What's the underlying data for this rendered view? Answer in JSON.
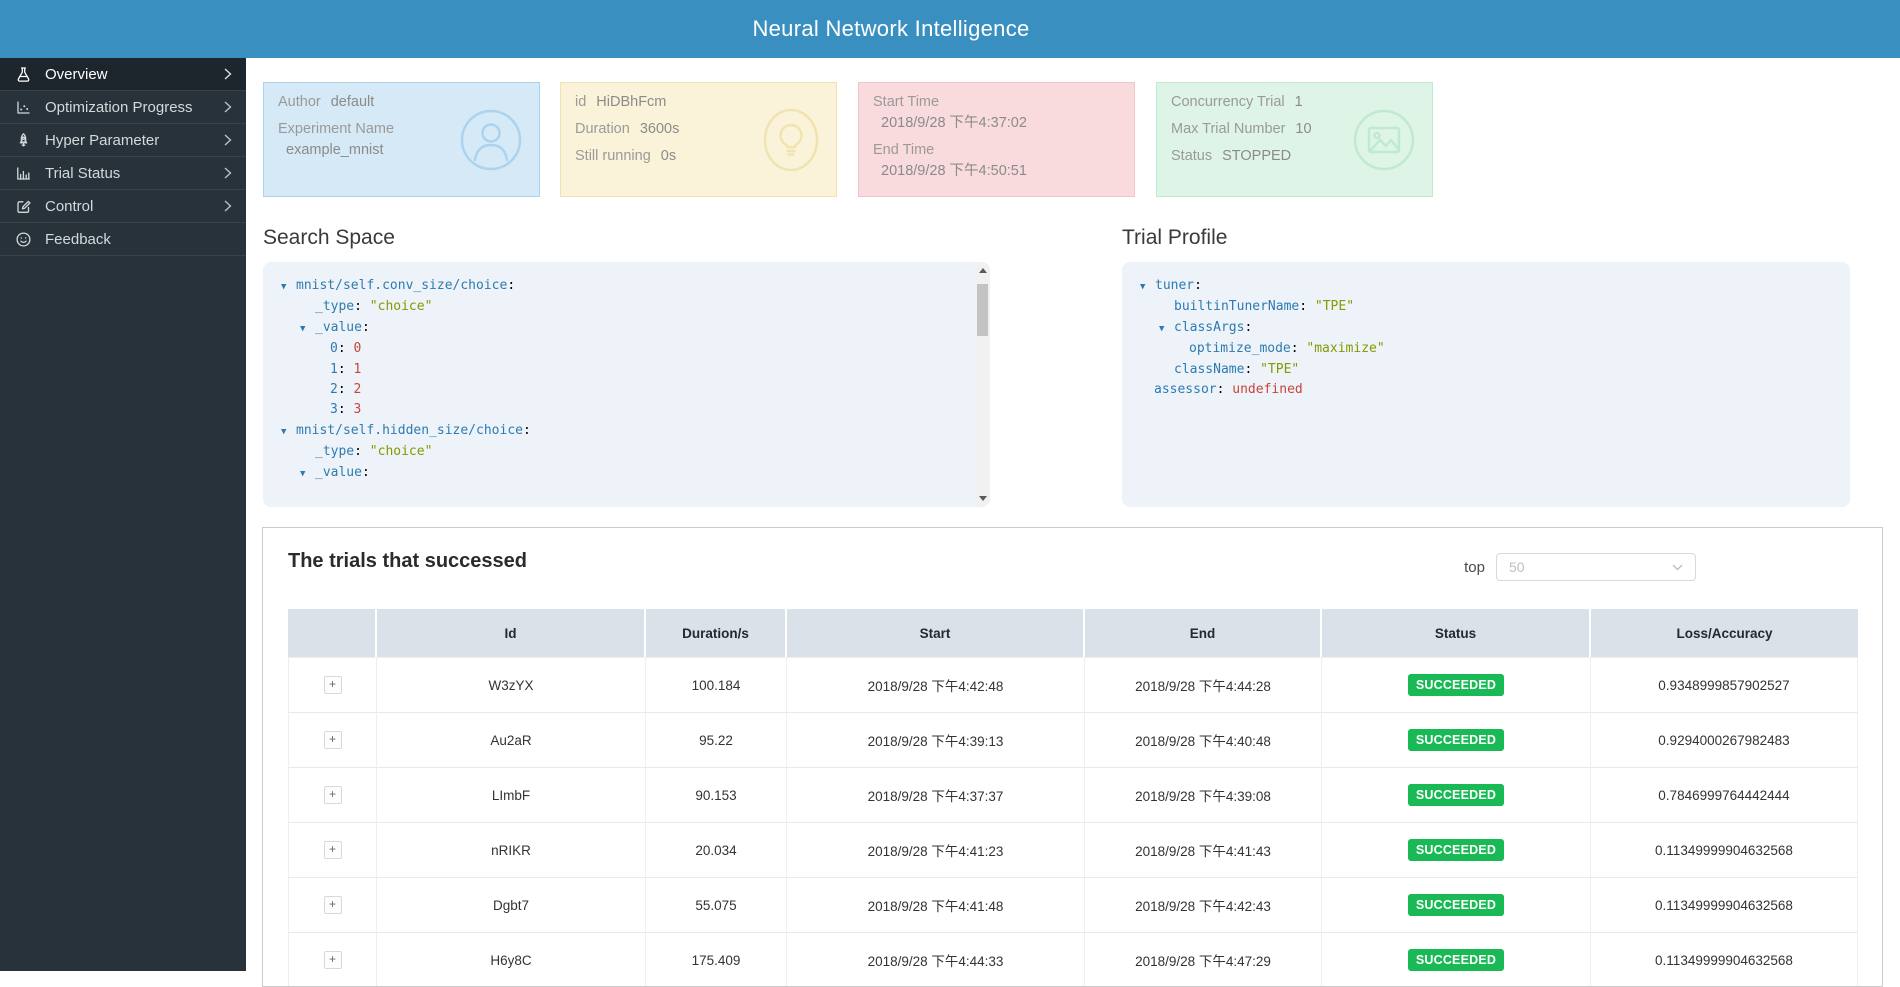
{
  "colors": {
    "header_bg": "#3a8fc1",
    "sidebar_bg": "#28323a",
    "sidebar_selected_bg": "#1c262c",
    "panel_bg": "#edf3f8",
    "table_header_bg": "#dbe1e9",
    "badge_green": "#19b955",
    "json_key": "#2d7bb2",
    "json_string": "#859900",
    "json_number": "#c7443c",
    "card_blue_bg": "#d5e9f6",
    "card_blue_border": "#a9d3ee",
    "card_yellow_bg": "#faf3d9",
    "card_yellow_border": "#f0e3af",
    "card_pink_bg": "#f9dbde",
    "card_pink_border": "#f1c3ca",
    "card_green_bg": "#def4e6",
    "card_green_border": "#bfeacf"
  },
  "header": {
    "title": "Neural Network Intelligence"
  },
  "sidebar": {
    "items": [
      {
        "label": "Overview",
        "icon": "flask-icon",
        "selected": true,
        "chevron": true
      },
      {
        "label": "Optimization Progress",
        "icon": "scatter-chart-icon",
        "selected": false,
        "chevron": true
      },
      {
        "label": "Hyper Parameter",
        "icon": "rocket-icon",
        "selected": false,
        "chevron": true
      },
      {
        "label": "Trial Status",
        "icon": "bar-chart-icon",
        "selected": false,
        "chevron": true
      },
      {
        "label": "Control",
        "icon": "edit-icon",
        "selected": false,
        "chevron": true
      },
      {
        "label": "Feedback",
        "icon": "smiley-icon",
        "selected": false,
        "chevron": false
      }
    ]
  },
  "cards": [
    {
      "name": "author-card",
      "accent": "blue",
      "icon": "person-icon",
      "lines": [
        {
          "label": "Author",
          "value": "default"
        },
        {
          "label": "Experiment Name",
          "value": "example_mnist",
          "value_below": true
        }
      ]
    },
    {
      "name": "session-card",
      "accent": "yellow",
      "icon": "bulb-icon",
      "lines": [
        {
          "label": "id",
          "value": "HiDBhFcm"
        },
        {
          "label": "Duration",
          "value": "3600s"
        },
        {
          "label": "Still running",
          "value": "0s"
        }
      ]
    },
    {
      "name": "time-card",
      "accent": "pink",
      "icon": null,
      "lines": [
        {
          "label": "Start Time",
          "value": "2018/9/28 下午4:37:02",
          "value_below": true
        },
        {
          "label": "End Time",
          "value": "2018/9/28 下午4:50:51",
          "value_below": true
        }
      ]
    },
    {
      "name": "status-card",
      "accent": "green",
      "icon": "image-icon",
      "lines": [
        {
          "label": "Concurrency Trial",
          "value": "1"
        },
        {
          "label": "Max Trial Number",
          "value": "10"
        },
        {
          "label": "Status",
          "value": "STOPPED"
        }
      ]
    }
  ],
  "search_space": {
    "title": "Search Space",
    "tree": [
      {
        "indent": 0,
        "expand": true,
        "key": "mnist/self.conv_size/choice"
      },
      {
        "indent": 1,
        "expand": false,
        "key": "_type",
        "value": "\"choice\"",
        "vtype": "string"
      },
      {
        "indent": 1,
        "expand": true,
        "key": "_value"
      },
      {
        "indent": 2,
        "expand": false,
        "key": "0",
        "value": "0",
        "vtype": "number"
      },
      {
        "indent": 2,
        "expand": false,
        "key": "1",
        "value": "1",
        "vtype": "number"
      },
      {
        "indent": 2,
        "expand": false,
        "key": "2",
        "value": "2",
        "vtype": "number"
      },
      {
        "indent": 2,
        "expand": false,
        "key": "3",
        "value": "3",
        "vtype": "number"
      },
      {
        "indent": 0,
        "expand": true,
        "key": "mnist/self.hidden_size/choice"
      },
      {
        "indent": 1,
        "expand": false,
        "key": "_type",
        "value": "\"choice\"",
        "vtype": "string"
      },
      {
        "indent": 1,
        "expand": true,
        "key": "_value"
      }
    ]
  },
  "trial_profile": {
    "title": "Trial Profile",
    "tree": [
      {
        "indent": 0,
        "expand": true,
        "key": "tuner"
      },
      {
        "indent": 1,
        "expand": false,
        "key": "builtinTunerName",
        "value": "\"TPE\"",
        "vtype": "string"
      },
      {
        "indent": 1,
        "expand": true,
        "key": "classArgs"
      },
      {
        "indent": 2,
        "expand": false,
        "key": "optimize_mode",
        "value": "\"maximize\"",
        "vtype": "string"
      },
      {
        "indent": 1,
        "expand": false,
        "key": "className",
        "value": "\"TPE\"",
        "vtype": "string"
      },
      {
        "indent": 0,
        "expand": false,
        "key": "assessor",
        "value": "undefined",
        "vtype": "undefined"
      }
    ]
  },
  "trials": {
    "title": "The trials that successed",
    "top_label": "top",
    "top_value": "50",
    "expander_symbol": "+",
    "columns": [
      "",
      "Id",
      "Duration/s",
      "Start",
      "End",
      "Status",
      "Loss/Accuracy"
    ],
    "rows": [
      {
        "id": "W3zYX",
        "duration": "100.184",
        "start": "2018/9/28 下午4:42:48",
        "end": "2018/9/28 下午4:44:28",
        "status": "SUCCEEDED",
        "accuracy": "0.9348999857902527"
      },
      {
        "id": "Au2aR",
        "duration": "95.22",
        "start": "2018/9/28 下午4:39:13",
        "end": "2018/9/28 下午4:40:48",
        "status": "SUCCEEDED",
        "accuracy": "0.9294000267982483"
      },
      {
        "id": "LImbF",
        "duration": "90.153",
        "start": "2018/9/28 下午4:37:37",
        "end": "2018/9/28 下午4:39:08",
        "status": "SUCCEEDED",
        "accuracy": "0.7846999764442444"
      },
      {
        "id": "nRIKR",
        "duration": "20.034",
        "start": "2018/9/28 下午4:41:23",
        "end": "2018/9/28 下午4:41:43",
        "status": "SUCCEEDED",
        "accuracy": "0.11349999904632568"
      },
      {
        "id": "Dgbt7",
        "duration": "55.075",
        "start": "2018/9/28 下午4:41:48",
        "end": "2018/9/28 下午4:42:43",
        "status": "SUCCEEDED",
        "accuracy": "0.11349999904632568"
      },
      {
        "id": "H6y8C",
        "duration": "175.409",
        "start": "2018/9/28 下午4:44:33",
        "end": "2018/9/28 下午4:47:29",
        "status": "SUCCEEDED",
        "accuracy": "0.11349999904632568"
      }
    ]
  }
}
